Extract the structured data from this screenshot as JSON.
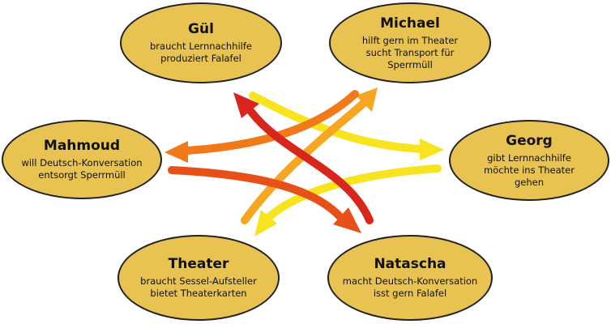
{
  "colors": {
    "node_fill": "#e8c351",
    "node_stroke": "#222222",
    "arrow_yellow": "#f7e41f",
    "arrow_light_orange": "#f6a623",
    "arrow_orange": "#f07a1a",
    "arrow_red_orange": "#e8501a",
    "arrow_red": "#d9261c"
  },
  "nodes": {
    "guel": {
      "name": "Gül",
      "lines": [
        "braucht Lernnachhilfe",
        "produziert Falafel"
      ]
    },
    "michael": {
      "name": "Michael",
      "lines": [
        "hilft gern im Theater",
        "sucht Transport für",
        "Sperrmüll"
      ]
    },
    "mahmoud": {
      "name": "Mahmoud",
      "lines": [
        "will Deutsch-Konversation",
        "entsorgt Sperrmüll"
      ]
    },
    "georg": {
      "name": "Georg",
      "lines": [
        "gibt Lernnachhilfe",
        "möchte ins Theater",
        "gehen"
      ]
    },
    "theater": {
      "name": "Theater",
      "lines": [
        "braucht Sessel-Aufsteller",
        "bietet Theaterkarten"
      ]
    },
    "natascha": {
      "name": "Natascha",
      "lines": [
        "macht Deutsch-Konversation",
        "isst gern Falafel"
      ]
    }
  },
  "edges": [
    {
      "from": "guel",
      "to": "georg",
      "color": "arrow_yellow"
    },
    {
      "from": "georg",
      "to": "theater",
      "color": "arrow_yellow"
    },
    {
      "from": "theater",
      "to": "michael",
      "color": "arrow_light_orange"
    },
    {
      "from": "michael",
      "to": "mahmoud",
      "color": "arrow_orange"
    },
    {
      "from": "mahmoud",
      "to": "natascha",
      "color": "arrow_red_orange"
    },
    {
      "from": "natascha",
      "to": "guel",
      "color": "arrow_red"
    }
  ]
}
